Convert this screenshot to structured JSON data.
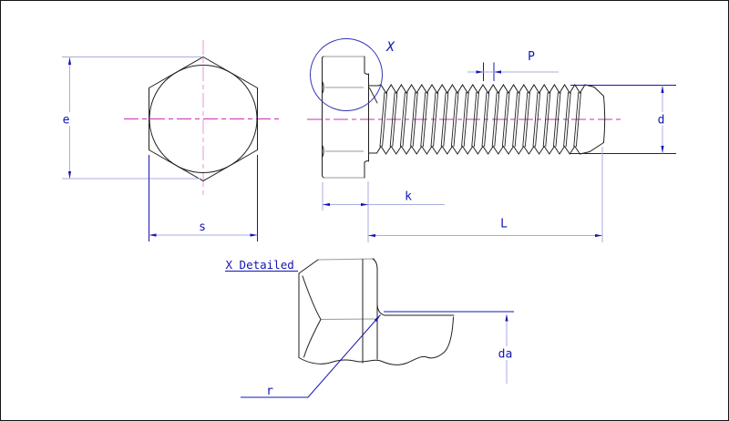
{
  "labels": {
    "e": "e",
    "s": "s",
    "x": "X",
    "p": "P",
    "d": "d",
    "k": "k",
    "l": "L",
    "da": "da",
    "r": "r",
    "detail_title": "X Detailed"
  },
  "colors": {
    "outline": "#1f1f1f",
    "soft_outline": "#9a9a9a",
    "centerline": "#cf2eb4",
    "dim_line": "#a9aede",
    "dim_accent": "#1414b4",
    "callout": "#3434b4",
    "bg": "#ffffff"
  }
}
